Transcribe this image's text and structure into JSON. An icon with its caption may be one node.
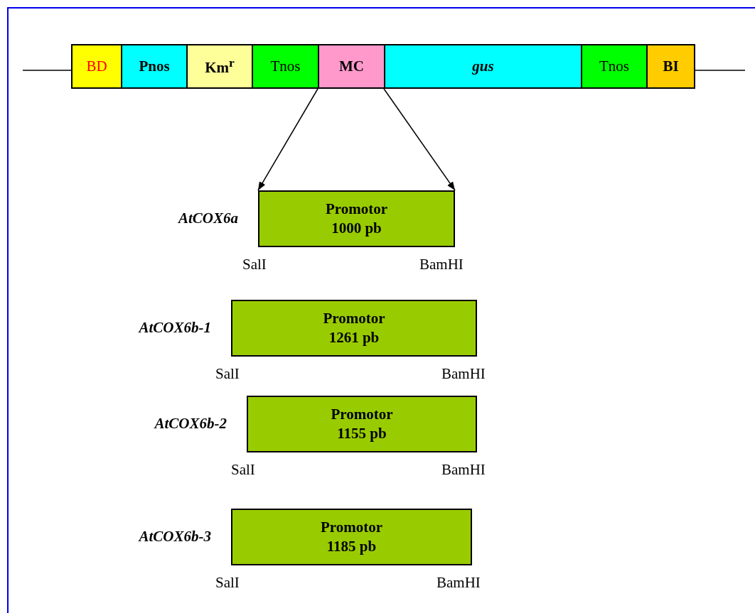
{
  "diagram": {
    "nodes": [
      {
        "text": [
          "BD"
        ]
      },
      {
        "text": [
          "Pnos"
        ]
      },
      {
        "text": [
          "Km$^{r}$"
        ]
      },
      {
        "text": [
          "Tnos"
        ]
      },
      {
        "text": [
          "MC"
        ]
      },
      {
        "text": [
          "gus"
        ]
      },
      {
        "text": [
          "Tnos"
        ]
      },
      {
        "text": [
          "BI"
        ]
      },
      {
        "text": [
          "Promotor 1000 pb"
        ],
        "beside": [
          "AtCOX6a",
          "SalI",
          "BamHI"
        ]
      },
      {
        "text": [
          "Promotor 1261 pb"
        ],
        "beside": [
          "AtCOX6b-1",
          "SalI",
          "BamHI"
        ]
      },
      {
        "text": [
          "Promotor 1155 pb"
        ],
        "beside": [
          "AtCOX6b-2",
          "SalI",
          "BamHI"
        ]
      },
      {
        "text": [
          "Promotor 1185 pb"
        ],
        "beside": [
          "AtCOX6b-3",
          "SalI",
          "BamHI"
        ]
      }
    ],
    "edges": [
      {
        "from": 4,
        "to": 8,
        "arrow": "to"
      },
      {
        "from": 4,
        "to": 8,
        "arrow": "to"
      }
    ]
  }
}
